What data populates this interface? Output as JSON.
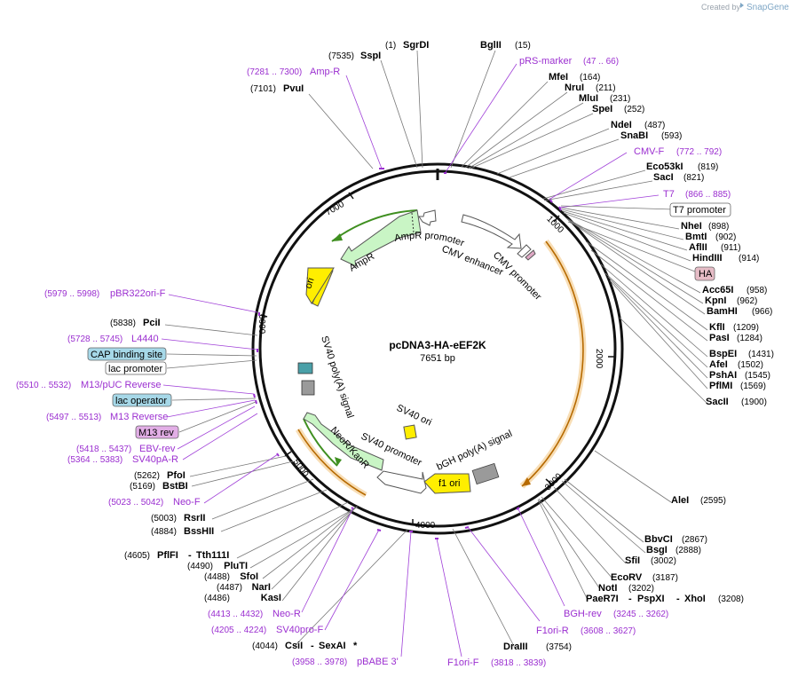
{
  "credit": {
    "prefix": "Created by",
    "brand": "SnapGene"
  },
  "map": {
    "name": "pcDNA3-HA-eEF2K",
    "size": "7651 bp"
  },
  "ticks": [
    "1000",
    "2000",
    "3000",
    "4000",
    "5000",
    "6000",
    "7000"
  ],
  "enzymes": [
    {
      "name": "SgrDI",
      "pos": "(1)"
    },
    {
      "name": "SspI",
      "pos": "(7535)"
    },
    {
      "name": "BglII",
      "pos": "(15)"
    },
    {
      "name": "PvuI",
      "pos": "(7101)"
    },
    {
      "name": "MfeI",
      "pos": "(164)"
    },
    {
      "name": "NruI",
      "pos": "(211)"
    },
    {
      "name": "MluI",
      "pos": "(231)"
    },
    {
      "name": "SpeI",
      "pos": "(252)"
    },
    {
      "name": "NdeI",
      "pos": "(487)"
    },
    {
      "name": "SnaBI",
      "pos": "(593)"
    },
    {
      "name": "Eco53kI",
      "pos": "(819)"
    },
    {
      "name": "SacI",
      "pos": "(821)"
    },
    {
      "name": "NheI",
      "pos": "(898)"
    },
    {
      "name": "BmtI",
      "pos": "(902)"
    },
    {
      "name": "AflII",
      "pos": "(911)"
    },
    {
      "name": "HindIII",
      "pos": "(914)"
    },
    {
      "name": "Acc65I",
      "pos": "(958)"
    },
    {
      "name": "KpnI",
      "pos": "(962)"
    },
    {
      "name": "BamHI",
      "pos": "(966)"
    },
    {
      "name": "KflI",
      "pos": "(1209)"
    },
    {
      "name": "PasI",
      "pos": "(1284)"
    },
    {
      "name": "BspEI",
      "pos": "(1431)"
    },
    {
      "name": "AfeI",
      "pos": "(1502)"
    },
    {
      "name": "PshAI",
      "pos": "(1545)"
    },
    {
      "name": "PflMI",
      "pos": "(1569)"
    },
    {
      "name": "SacII",
      "pos": "(1900)"
    },
    {
      "name": "AleI",
      "pos": "(2595)"
    },
    {
      "name": "BbvCI",
      "pos": "(2867)"
    },
    {
      "name": "BsgI",
      "pos": "(2888)"
    },
    {
      "name": "SfiI",
      "pos": "(3002)"
    },
    {
      "name": "EcoRV",
      "pos": "(3187)"
    },
    {
      "name": "NotI",
      "pos": "(3202)"
    },
    {
      "name": "PaeR7I",
      "name2": "PspXI",
      "name3": "XhoI",
      "pos": "(3208)"
    },
    {
      "name": "DraIII",
      "pos": "(3754)"
    },
    {
      "name": "CsiI",
      "name2": "SexAI",
      "star": "*",
      "pos": "(4044)"
    },
    {
      "name": "KasI",
      "pos": "(4486)"
    },
    {
      "name": "NarI",
      "pos": "(4487)"
    },
    {
      "name": "SfoI",
      "pos": "(4488)"
    },
    {
      "name": "PluTI",
      "pos": "(4490)"
    },
    {
      "name": "PflFI",
      "name2": "Tth111I",
      "pos": "(4605)"
    },
    {
      "name": "BssHII",
      "pos": "(4884)"
    },
    {
      "name": "RsrII",
      "pos": "(5003)"
    },
    {
      "name": "BstBI",
      "pos": "(5169)"
    },
    {
      "name": "PfoI",
      "pos": "(5262)"
    },
    {
      "name": "PciI",
      "pos": "(5838)"
    }
  ],
  "features": [
    {
      "name": "Amp-R",
      "pos": "(7281 .. 7300)"
    },
    {
      "name": "pRS-marker",
      "pos": "(47 .. 66)"
    },
    {
      "name": "CMV-F",
      "pos": "(772 .. 792)"
    },
    {
      "name": "T7",
      "pos": "(866 .. 885)"
    },
    {
      "name": "pBR322ori-F",
      "pos": "(5979 .. 5998)"
    },
    {
      "name": "L4440",
      "pos": "(5728 .. 5745)"
    },
    {
      "name": "M13/pUC Reverse",
      "pos": "(5510 .. 5532)"
    },
    {
      "name": "M13 Reverse",
      "pos": "(5497 .. 5513)"
    },
    {
      "name": "EBV-rev",
      "pos": "(5418 .. 5437)"
    },
    {
      "name": "SV40pA-R",
      "pos": "(5364 .. 5383)"
    },
    {
      "name": "Neo-F",
      "pos": "(5023 .. 5042)"
    },
    {
      "name": "Neo-R",
      "pos": "(4413 .. 4432)"
    },
    {
      "name": "SV40pro-F",
      "pos": "(4205 .. 4224)"
    },
    {
      "name": "pBABE 3'",
      "pos": "(3958 .. 3978)"
    },
    {
      "name": "F1ori-F",
      "pos": "(3818 .. 3839)"
    },
    {
      "name": "F1ori-R",
      "pos": "(3608 .. 3627)"
    },
    {
      "name": "BGH-rev",
      "pos": "(3245 .. 3262)"
    }
  ],
  "boxes": {
    "t7_promoter": "T7 promoter",
    "ha": "HA",
    "cap_binding_site": "CAP binding site",
    "lac_promoter": "lac promoter",
    "lac_operator": "lac operator",
    "m13_rev": "M13 rev"
  },
  "inner_labels": {
    "ampr_promoter": "AmpR promoter",
    "cmv_enhancer": "CMV enhancer",
    "cmv_promoter": "CMV promoter",
    "ampr": "AmpR",
    "ori": "ori",
    "sv40_polya": "SV40 poly(A) signal",
    "sv40_ori": "SV40 ori",
    "neor": "NeoR/KanR",
    "sv40_promoter": "SV40 promoter",
    "bgh_polya": "bGH poly(A) signal",
    "f1_ori": "f1 ori"
  },
  "colors": {
    "backbone": "#111111",
    "feature_label": "#9b2fd0",
    "ampr_fill": "#c9f5c5",
    "ori_fill": "#ffee00",
    "orf_highlight": "#f3c27a",
    "orf_stroke": "#b66a00",
    "lac_operator_box": "#a6d8e8",
    "m13_rev_box": "#e2aee6",
    "ha_box": "#e6bcc6"
  }
}
